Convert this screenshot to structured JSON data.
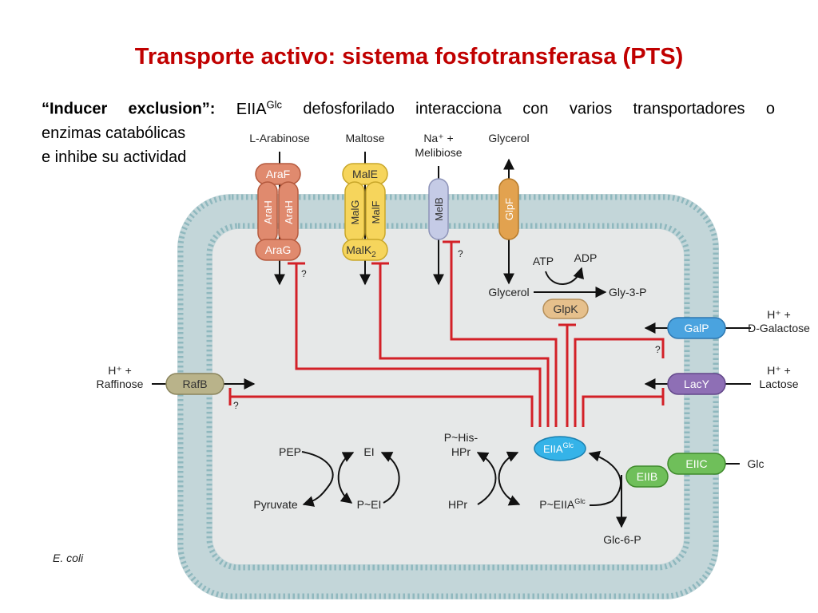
{
  "title": "Transporte activo: sistema fosfotransferasa (PTS)",
  "intro": {
    "lead": "“Inducer exclusion”:",
    "prot": "EIIA",
    "prot_sup": "Glc",
    "rest": "defosforilado interacciona con varios transportadores o",
    "line2": "enzimas catabólicas",
    "line3": "e inhibe su actividad"
  },
  "colors": {
    "title": "#c00000",
    "inhibition": "#d32027",
    "membrane": "#8fb8be",
    "cytoplasm": "#e6e8e8"
  },
  "substrates": {
    "arabinose": "L-Arabinose",
    "maltose": "Maltose",
    "melibiose_1": "Na⁺ +",
    "melibiose_2": "Melibiose",
    "glycerol_out": "Glycerol",
    "glycerol_in": "Glycerol",
    "atp": "ATP",
    "adp": "ADP",
    "gly3p": "Gly-3-P",
    "galactose_1": "H⁺ +",
    "galactose_2": "D-Galactose",
    "lactose_1": "H⁺ +",
    "lactose_2": "Lactose",
    "raffinose_1": "H⁺ +",
    "raffinose_2": "Raffinose",
    "glc": "Glc",
    "glc6p": "Glc-6-P"
  },
  "proteins": {
    "araf": "AraF",
    "arah": "AraH",
    "arag": "AraG",
    "male": "MalE",
    "malg": "MalG",
    "malf": "MalF",
    "malk": "MalK",
    "melb": "MelB",
    "glpf": "GlpF",
    "glpk": "GlpK",
    "galp": "GalP",
    "lacy": "LacY",
    "rafb": "RafB",
    "eiia": "EIIA",
    "eiia_sup": "Glc",
    "eiib": "EIIB",
    "eiic": "EIIC"
  },
  "cycle": {
    "pep": "PEP",
    "pyruvate": "Pyruvate",
    "ei": "EI",
    "p_ei": "P~EI",
    "p_his_1": "P~His-",
    "p_his_2": "HPr",
    "hpr": "HPr",
    "p_eiia": "P~EIIA",
    "p_eiia_sup": "Glc"
  },
  "unknown_mark": "?",
  "organism": "E. coli"
}
